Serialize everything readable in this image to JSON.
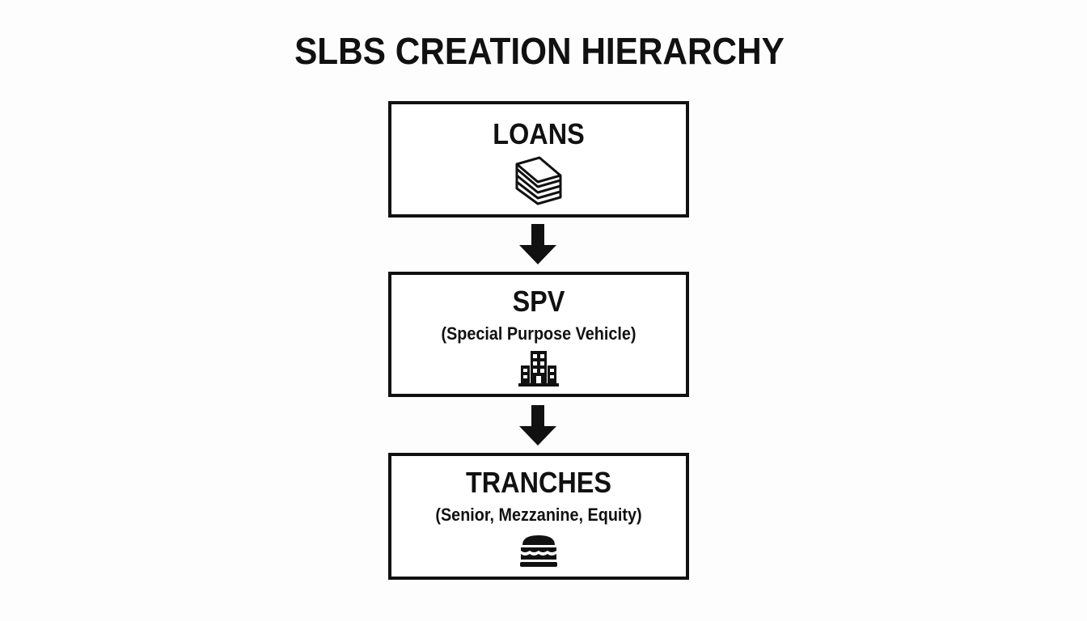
{
  "diagram": {
    "title": "SLBS CREATION HIERARCHY",
    "nodes": [
      {
        "title": "LOANS",
        "subtitle": "",
        "icon": "stacked-papers-icon"
      },
      {
        "title": "SPV",
        "subtitle": "(Special Purpose Vehicle)",
        "icon": "office-building-icon"
      },
      {
        "title": "TRANCHES",
        "subtitle": "(Senior, Mezzanine, Equity)",
        "icon": "layered-cake-icon"
      }
    ],
    "edges": [
      {
        "from": "LOANS",
        "to": "SPV",
        "icon": "arrow-down-icon"
      },
      {
        "from": "SPV",
        "to": "TRANCHES",
        "icon": "arrow-down-icon"
      }
    ],
    "colors": {
      "ink": "#111111",
      "background": "#fdfdfd",
      "box_fill": "#ffffff"
    }
  }
}
